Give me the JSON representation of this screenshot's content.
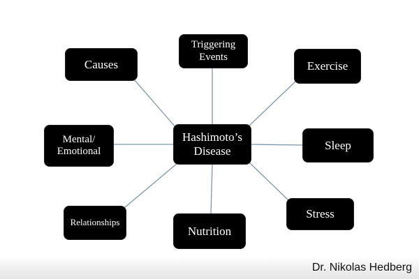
{
  "diagram": {
    "center": "Hashimoto’s\nDisease",
    "nodes": {
      "triggering_events": "Triggering\nEvents",
      "causes": "Causes",
      "exercise": "Exercise",
      "mental_emotional": "Mental/\nEmotional",
      "sleep": "Sleep",
      "stress": "Stress",
      "relationships": "Relationships",
      "nutrition": "Nutrition"
    },
    "edges": [
      [
        "center",
        "triggering_events"
      ],
      [
        "center",
        "causes"
      ],
      [
        "center",
        "exercise"
      ],
      [
        "center",
        "mental_emotional"
      ],
      [
        "center",
        "sleep"
      ],
      [
        "center",
        "stress"
      ],
      [
        "center",
        "relationships"
      ],
      [
        "center",
        "nutrition"
      ]
    ],
    "colors": {
      "node_fill": "#000000",
      "node_text": "#ffffff",
      "edge": "#7d96a9",
      "background": "#ffffff"
    }
  },
  "credit": "Dr. Nikolas Hedberg"
}
